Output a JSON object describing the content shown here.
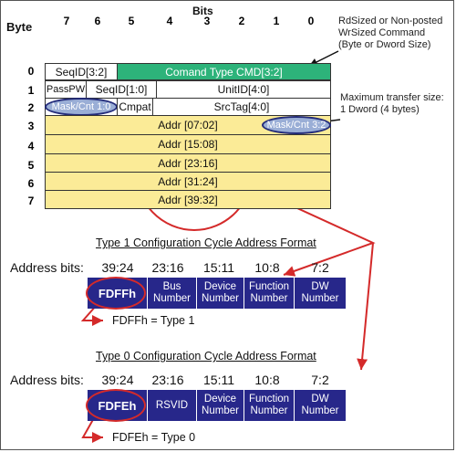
{
  "packet": {
    "bits_title": "Bits",
    "byte_label": "Byte",
    "bit_numbers": [
      "7",
      "6",
      "5",
      "4",
      "3",
      "2",
      "1",
      "0"
    ],
    "byte_numbers": [
      "0",
      "1",
      "2",
      "3",
      "4",
      "5",
      "6",
      "7"
    ],
    "row0": {
      "seqid": "SeqID[3:2]",
      "cmd": "Comand Type CMD[3:2]"
    },
    "row1": {
      "passpw": "PassPW",
      "seqid": "SeqID[1:0]",
      "unitid": "UnitID[4:0]"
    },
    "row2": {
      "mask": "Mask/Cnt 1:0",
      "cmpat": "Cmpat",
      "srctag": "SrcTag[4:0]"
    },
    "row3": {
      "addr": "Addr [07:02]",
      "mask": "Mask/Cnt 3:2"
    },
    "row4": {
      "addr": "Addr [15:08]"
    },
    "row5": {
      "addr": "Addr [23:16]"
    },
    "row6": {
      "addr": "Addr [31:24]"
    },
    "row7": {
      "addr": "Addr [39:32]"
    }
  },
  "notes": {
    "cmd_note": [
      "RdSized or Non-posted",
      "WrSized Command",
      "(Byte or Dword Size)"
    ],
    "size_note": [
      "Maximum transfer size:",
      "1 Dword (4 bytes)"
    ]
  },
  "type1": {
    "title": "Type 1 Configuration Cycle Address Format",
    "addr_label": "Address bits:",
    "bits": [
      "39:24",
      "23:16",
      "15:11",
      "10:8",
      "7:2"
    ],
    "fields": [
      [
        "FDFFh"
      ],
      [
        "Bus",
        "Number"
      ],
      [
        "Device",
        "Number"
      ],
      [
        "Function",
        "Number"
      ],
      [
        "DW",
        "Number"
      ]
    ],
    "equation": "FDFFh = Type 1"
  },
  "type0": {
    "title": "Type 0 Configuration Cycle Address Format",
    "addr_label": "Address bits:",
    "bits": [
      "39:24",
      "23:16",
      "15:11",
      "10:8",
      "7:2"
    ],
    "fields": [
      [
        "FDFEh"
      ],
      [
        "RSVID"
      ],
      [
        "Device",
        "Number"
      ],
      [
        "Function",
        "Number"
      ],
      [
        "DW",
        "Number"
      ]
    ],
    "equation": "FDFEh = Type 0"
  },
  "colors": {
    "cmd_green": "#2db37a",
    "addr_yellow": "#fbeb97",
    "field_navy": "#27278a",
    "highlight_red": "#d42a2a",
    "mask_oval": "#9aaed6"
  }
}
